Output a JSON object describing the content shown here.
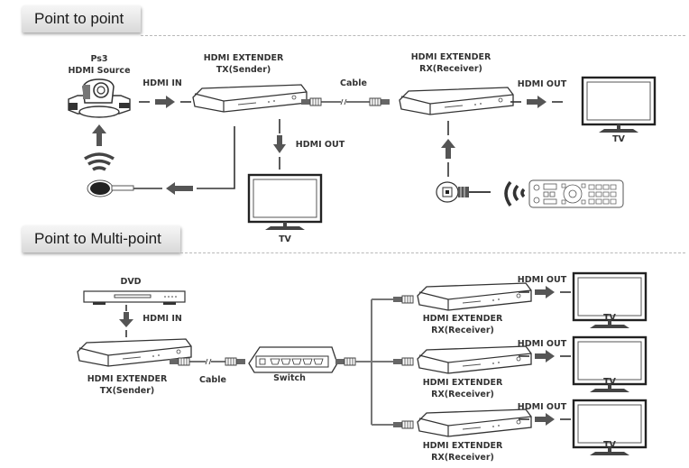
{
  "sections": {
    "point_to_point": {
      "title": "Point to point",
      "source": {
        "line1": "Ps3",
        "line2": "HDMI Source"
      },
      "hdmi_in": "HDMI IN",
      "tx": {
        "line1": "HDMI EXTENDER",
        "line2": "TX(Sender)"
      },
      "cable": "Cable",
      "rx": {
        "line1": "HDMI EXTENDER",
        "line2": "RX(Receiver)"
      },
      "hdmi_out_rx": "HDMI OUT",
      "tv_rx": "TV",
      "hdmi_out_tx": "HDMI OUT",
      "tv_tx": "TV"
    },
    "point_to_multipoint": {
      "title": "Point to Multi-point",
      "source": "DVD",
      "hdmi_in": "HDMI IN",
      "tx": {
        "line1": "HDMI EXTENDER",
        "line2": "TX(Sender)"
      },
      "cable": "Cable",
      "switch": "Switch",
      "receivers": [
        {
          "line1": "HDMI EXTENDER",
          "line2": "RX(Receiver)",
          "hdmi_out": "HDMI OUT",
          "tv": "TV"
        },
        {
          "line1": "HDMI EXTENDER",
          "line2": "RX(Receiver)",
          "hdmi_out": "HDMI OUT",
          "tv": "TV"
        },
        {
          "line1": "HDMI EXTENDER",
          "line2": "RX(Receiver)",
          "hdmi_out": "HDMI OUT",
          "tv": "TV"
        }
      ]
    }
  },
  "icons": [
    "camera-icon",
    "extender-box-icon",
    "ethernet-plug-icon",
    "tv-icon",
    "ir-receiver-icon",
    "ir-emitter-icon",
    "wireless-signal-icon",
    "remote-control-icon",
    "dvd-player-icon",
    "network-switch-icon",
    "arrow-icon"
  ]
}
